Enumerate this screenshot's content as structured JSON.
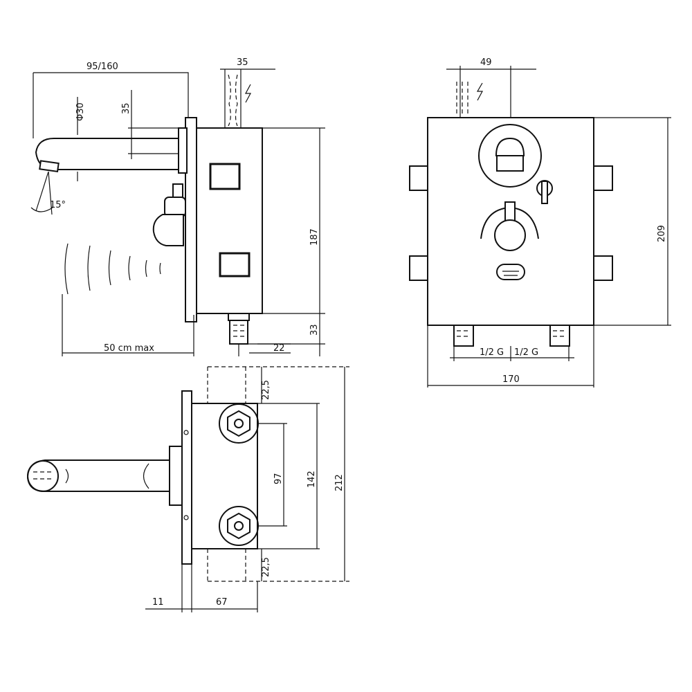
{
  "dimensions": {
    "spout_projection": "95/160",
    "spout_diameter": "Φ30",
    "spout_height": "35",
    "pipe_width_side": "35",
    "body_height_side": "187",
    "bottom_offset": "33",
    "bottom_inset": "22",
    "sensor_range": "50 cm max",
    "spray_angle": "15°",
    "pipe_offset_front": "49",
    "front_height": "209",
    "inlet_left": "1/2 G",
    "inlet_right": "1/2 G",
    "front_width": "170",
    "top_margin_a": "22,5",
    "top_margin_b": "22,5",
    "inlet_spacing": "97",
    "body_height_top": "142",
    "overall_height_top": "212",
    "plate_thickness": "11",
    "body_depth": "67"
  },
  "symbols": {
    "power": "lightning-icon",
    "valve": "rotary-valve-icon"
  }
}
